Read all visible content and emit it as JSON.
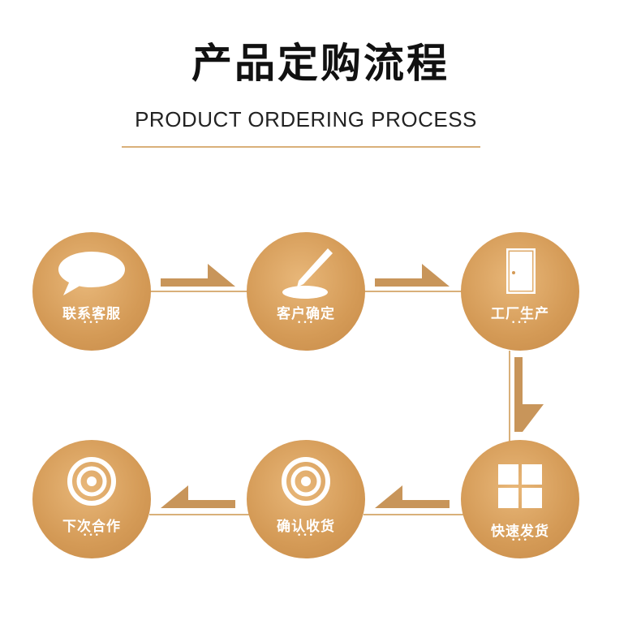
{
  "header": {
    "title": "产品定购流程",
    "subtitle": "PRODUCT ORDERING PROCESS"
  },
  "steps": [
    {
      "label": "联系客服",
      "icon": "speech-bubble-icon",
      "dots": "•••"
    },
    {
      "label": "客户确定",
      "icon": "pen-sign-icon",
      "dots": "•••"
    },
    {
      "label": "工厂生产",
      "icon": "door-icon",
      "dots": "•••"
    },
    {
      "label": "快速发货",
      "icon": "window-grid-icon",
      "dots": "•••"
    },
    {
      "label": "确认收货",
      "icon": "target-rings-icon",
      "dots": "•••"
    },
    {
      "label": "下次合作",
      "icon": "target-rings-icon",
      "dots": "•••"
    }
  ],
  "colors": {
    "accent": "#d49a56",
    "line": "#d9b07a",
    "arrow": "#c8955a"
  }
}
